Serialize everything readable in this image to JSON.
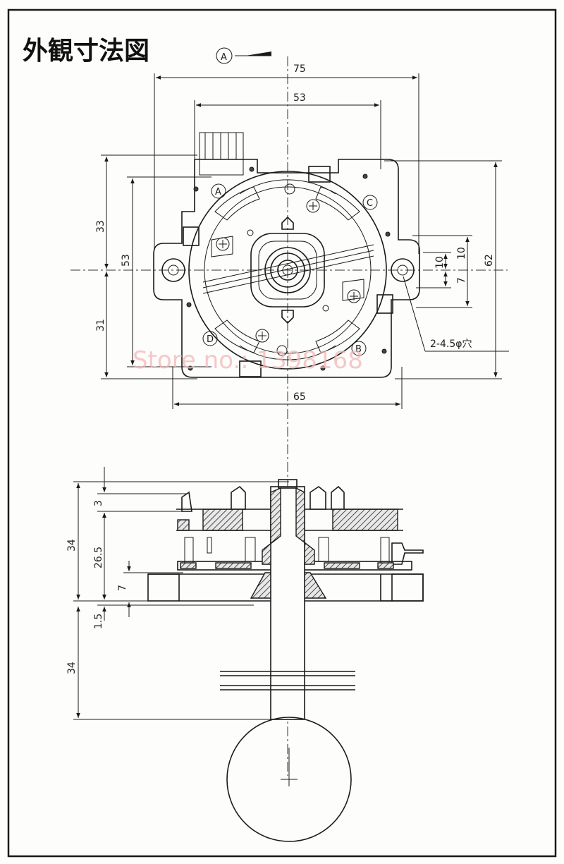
{
  "title": "外観寸法図",
  "view_marker": "A",
  "top_view": {
    "dims": {
      "width_overall": "75",
      "width_inner": "53",
      "width_bottom": "65",
      "height_upper": "33",
      "height_inner": "53",
      "height_lower": "31",
      "height_overall": "62",
      "offset_a": "10",
      "offset_b": "10",
      "offset_c": "7"
    },
    "hole_callout": "2-4.5φ穴",
    "corner_labels": [
      "A",
      "B",
      "C",
      "D"
    ]
  },
  "side_view": {
    "dims": {
      "top_gap": "3",
      "body_height": "26.5",
      "upper_total": "34",
      "plate_thickness": "7",
      "base_gap": "1.5",
      "shaft_length": "34"
    }
  },
  "watermark": "Store no.: 1398168"
}
